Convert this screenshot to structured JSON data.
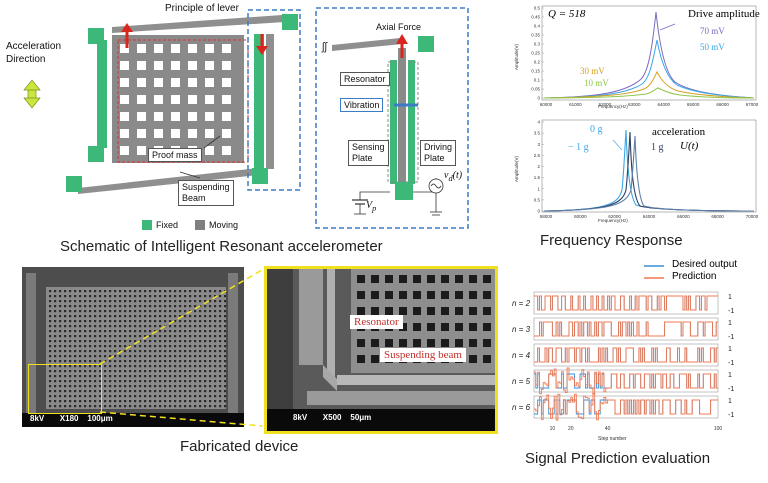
{
  "schematic": {
    "principle_label": "Principle of lever",
    "acceleration_direction": [
      "Acceleration",
      "Direction"
    ],
    "proof_mass_label": "Proof mass",
    "suspending_beam_label": [
      "Suspending",
      "Beam"
    ],
    "legend_fixed": "Fixed",
    "legend_moving": "Moving",
    "axial_force_label": "Axial Force",
    "resonator_label": "Resonator",
    "vibration_label": "Vibration",
    "sensing_plate_label": [
      "Sensing",
      "Plate"
    ],
    "driving_plate_label": [
      "Driving",
      "Plate"
    ],
    "vp_label": "V",
    "vp_sub": "p",
    "vd_label": "v",
    "vd_sub": "d",
    "vd_suffix": "(t)",
    "caption": "Schematic of  Intelligent Resonant accelerometer",
    "colors": {
      "fixed": "#3cb878",
      "moving": "#808080",
      "force_arrow": "#d9261c",
      "dashed_box": "#3a7cc6",
      "acceleration_arrow": "#c8e63c"
    }
  },
  "freq_top": {
    "q_label": "Q = 518",
    "legend_title": "Drive amplitude",
    "legend_70": "70 mV",
    "legend_50": "50 mV",
    "legend_30": "30 mV",
    "legend_10": "10 mV",
    "ylabel": "Amplitude(V)",
    "xlabel": "Frequency(Hz)",
    "yticks": [
      "0.5",
      "0.45",
      "0.4",
      "0.35",
      "0.3",
      "0.25",
      "0.2",
      "0.15",
      "0.1",
      "0.05",
      "0"
    ],
    "xticks": [
      "60000",
      "61000",
      "62000",
      "63000",
      "64000",
      "65000",
      "66000",
      "67000"
    ]
  },
  "freq_bottom": {
    "label_0g": "0 g",
    "label_m1g": "− 1 g",
    "label_1g": "1 g",
    "label_acceleration": "acceleration",
    "label_ut": "U(t)",
    "ylabel": "Amplitude(V)",
    "xlabel": "Frequency(Hz)",
    "yticks": [
      "4",
      "3.5",
      "3",
      "2.5",
      "2",
      "1.5",
      "1",
      "0.5",
      "0"
    ],
    "xticks": [
      "58000",
      "60000",
      "62000",
      "64000",
      "66000",
      "68000",
      "70000"
    ],
    "caption": "Frequency Response"
  },
  "fabricated": {
    "sem_bar_left": [
      "8kV",
      "X180",
      "100μm"
    ],
    "sem_bar_right": [
      "8kV",
      "X500",
      "50μm"
    ],
    "resonator_label": "Resonator",
    "suspending_beam_label": "Suspending beam",
    "caption": "Fabricated device"
  },
  "prediction": {
    "legend_desired": "Desired output",
    "legend_prediction": "Prediction",
    "rows": [
      {
        "label": "n = 2",
        "high": "1",
        "low": "-1"
      },
      {
        "label": "n = 3",
        "high": "1",
        "low": "-1"
      },
      {
        "label": "n = 4",
        "high": "1",
        "low": "-1"
      },
      {
        "label": "n = 5",
        "high": "1",
        "low": "-1"
      },
      {
        "label": "n = 6",
        "high": "1",
        "low": "-1"
      }
    ],
    "xticks": [
      "10",
      "20",
      "40",
      "100"
    ],
    "xlabel": "Step number",
    "caption": "Signal Prediction evaluation",
    "colors": {
      "desired": "#3b8fd6",
      "prediction": "#f07850"
    }
  }
}
